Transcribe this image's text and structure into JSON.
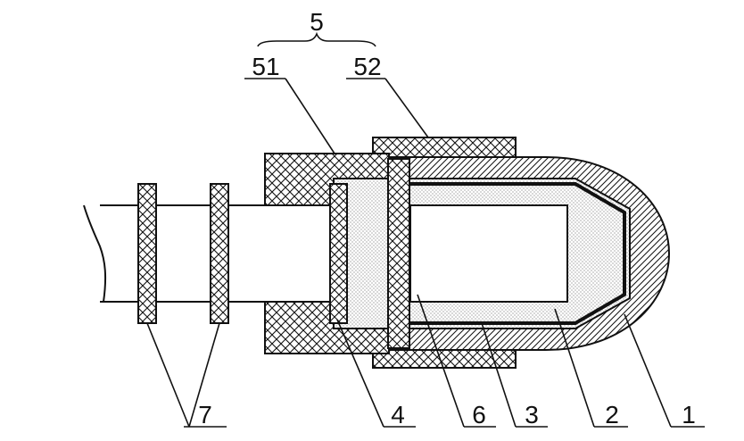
{
  "labels": {
    "group": "5",
    "sub_left": "51",
    "sub_right": "52",
    "tube_rings": "7",
    "inner_ring": "4",
    "cavity": "6",
    "wire_layer": "3",
    "dotted_layer": "2",
    "outer_shell": "1"
  },
  "colors": {
    "ink": "#111111",
    "paper": "#ffffff"
  }
}
